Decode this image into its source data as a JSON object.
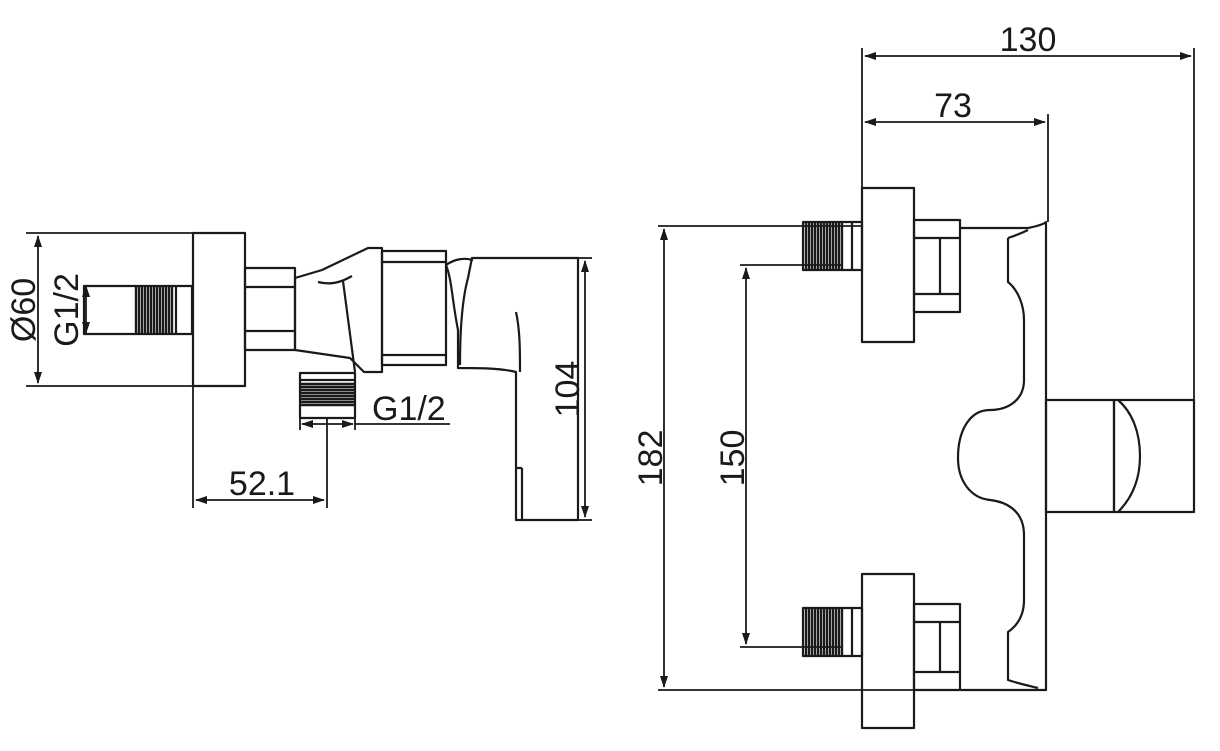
{
  "side_view": {
    "diameter_label": "Ø60",
    "wall_thread_label": "G1/2",
    "outlet_thread_label": "G1/2",
    "height_label": "104",
    "offset_label": "52.1"
  },
  "front_view": {
    "overall_depth_label": "130",
    "body_depth_label": "73",
    "overall_height_label": "182",
    "centers_label": "150"
  },
  "colors": {
    "line": "#1a1a1a",
    "background": "#ffffff"
  }
}
